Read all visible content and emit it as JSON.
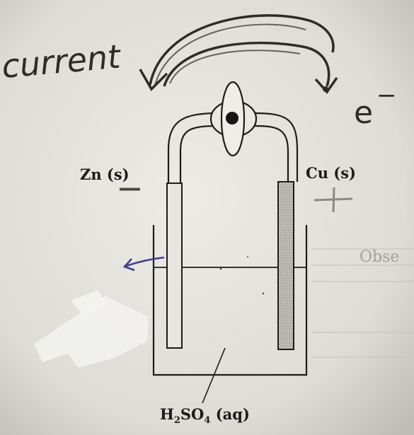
{
  "labels": {
    "anode": "Zn (s)",
    "cathode": "Cu (s)",
    "electrolyte_prefix": "H",
    "electrolyte_sub1": "2",
    "electrolyte_mid": "SO",
    "electrolyte_sub2": "4",
    "electrolyte_suffix": " (aq)"
  },
  "annotations": {
    "current": "current",
    "electron": "e",
    "electron_charge": "−",
    "anode_sign": "−",
    "cathode_sign": "+"
  },
  "faint_text": {
    "observation": "Obse"
  },
  "colors": {
    "paper": "#e4e3dd",
    "ink": "#1c1c1c",
    "pencil": "#3a3833",
    "pen_blue": "#3c3f8c",
    "copper_fill": "#b9b8b2",
    "whiteout": "#f2f2ef"
  }
}
